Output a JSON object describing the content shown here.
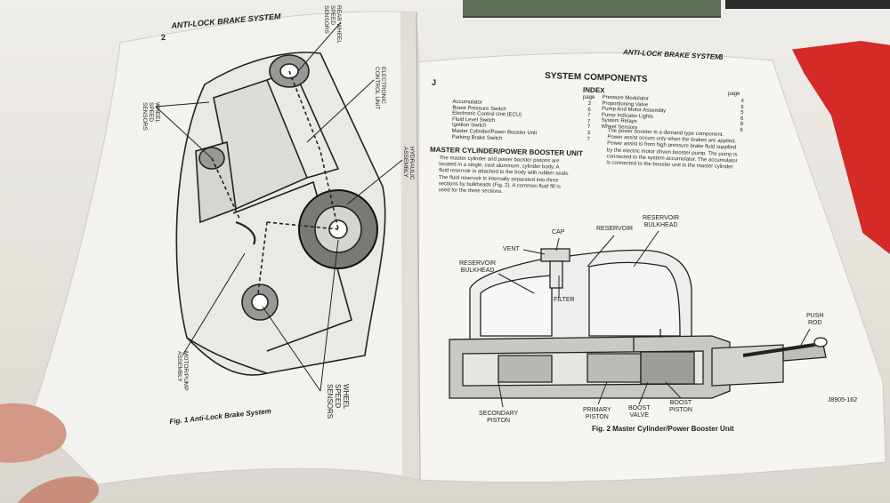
{
  "page_left": {
    "page_number": "2",
    "header": "ANTI-LOCK BRAKE SYSTEM",
    "figure_caption": "Fig. 1 Anti-Lock Brake System",
    "callouts": {
      "rear_sensors": "REAR WHEEL\nSPEED\nSENSORS",
      "ecu": "ELECTRONIC\nCONTROL UNIT",
      "hydraulic_unit": "HYDRAULIC\nASSEMBLY",
      "wheel_speed_sensors_front": "WHEEL\nSPEED\nSENSORS",
      "pump_assembly": "MOTOR/PUMP\nASSEMBLY",
      "wheel_speed_sensors": "WHEEL\nSPEED\nSENSORS"
    }
  },
  "page_right": {
    "page_number": "3",
    "header": "ANTI-LOCK BRAKE SYSTEM",
    "section_letter": "J",
    "title": "SYSTEM COMPONENTS",
    "index_title": "INDEX",
    "page_label": "page",
    "index_left": [
      "Accumulator",
      "Boost Pressure Switch",
      "Electronic Control Unit (ECU)",
      "Fluid Level Switch",
      "Ignition Switch",
      "Master Cylinder/Power Booster Unit",
      "Parking Brake Switch"
    ],
    "index_left_pages": [
      "3",
      "6",
      "7",
      "7",
      "7",
      "3",
      "7"
    ],
    "index_right": [
      "Pressure Modulator",
      "Proportioning Valve",
      "Pump And Motor Assembly",
      "Pump Indicator Lights",
      "System Relays",
      "Wheel Sensors"
    ],
    "index_right_pages": [
      "4",
      "5",
      "5",
      "6",
      "8",
      "6"
    ],
    "section_heading": "MASTER CYLINDER/POWER BOOSTER UNIT",
    "body_left": [
      "The master cylinder and power booster pistons are",
      "located in a single, cast aluminum, cylinder body. A",
      "fluid reservoir is attached to the body with rubber seals.",
      "The fluid reservoir is internally separated into three",
      "sections by bulkheads (Fig. 2). A common fluid fill is",
      "used for the three sections."
    ],
    "body_right": [
      "The power booster is a demand type component.",
      "Power assist occurs only when the brakes are applied.",
      "Power assist is from high pressure brake fluid supplied",
      "by the electric motor driven booster pump. The pump is",
      "connected to the system accumulator. The accumulator",
      "is connected to the booster unit in the master cylinder."
    ],
    "figure_caption": "Fig. 2 Master Cylinder/Power Booster Unit",
    "part_number": "J8905-162",
    "diagram_labels": {
      "vent": "VENT",
      "cap": "CAP",
      "reservoir": "RESERVOIR",
      "reservoir_bulkhead_right": "RESERVOIR\nBULKHEAD",
      "reservoir_bulkhead_left": "RESERVOIR\nBULKHEAD",
      "filter": "FILTER",
      "push_rod": "PUSH\nROD",
      "secondary_piston": "SECONDARY\nPISTON",
      "primary_piston": "PRIMARY\nPISTON",
      "boost_valve": "BOOST\nVALVE",
      "boost_piston": "BOOST\nPISTON"
    }
  }
}
